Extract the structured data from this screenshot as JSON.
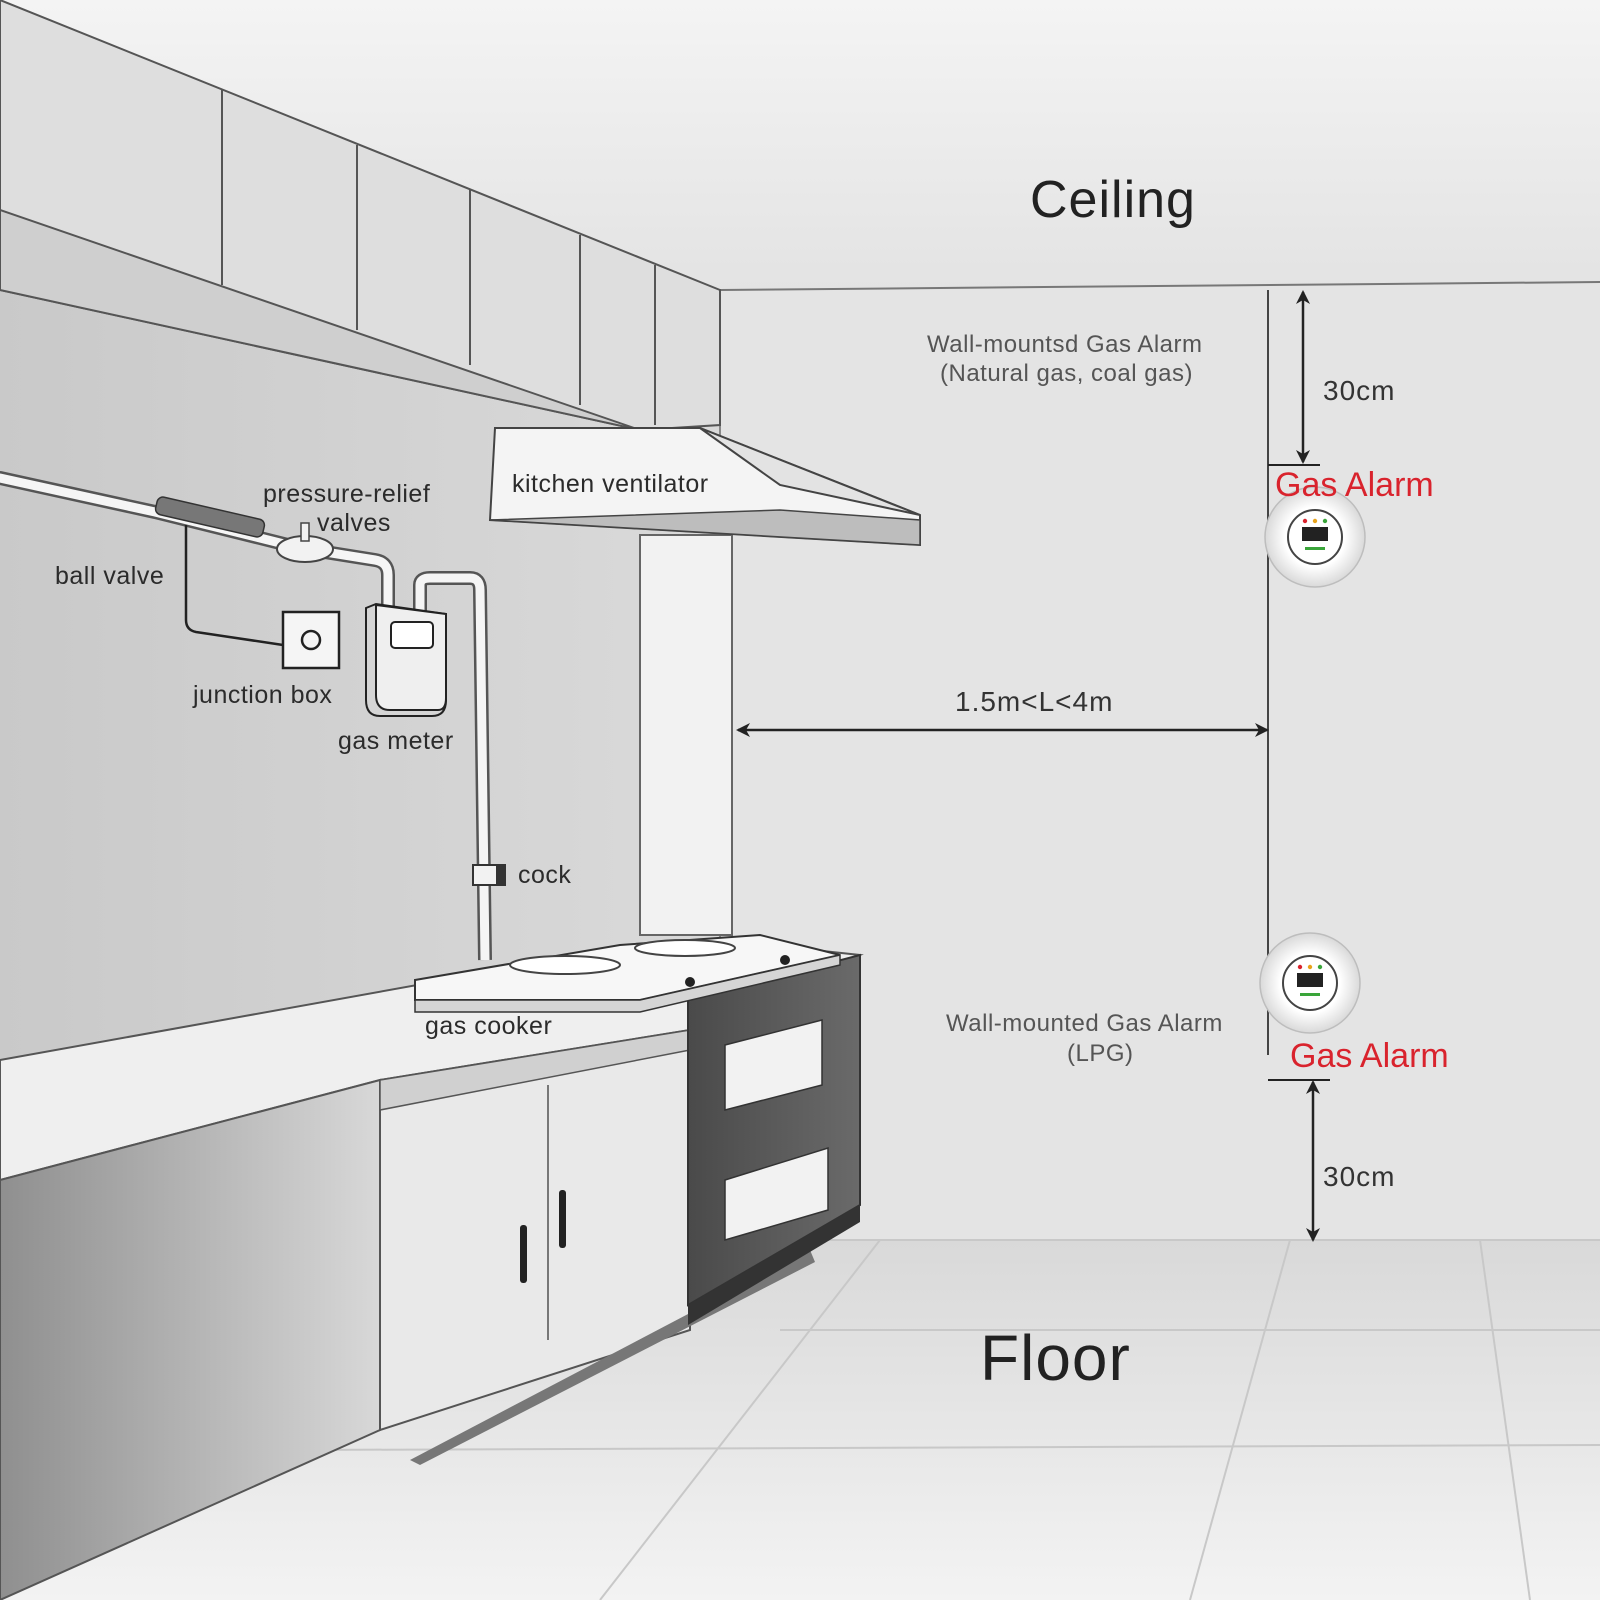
{
  "colors": {
    "alarm_text": "#d9232d",
    "background": "#e6e6e6",
    "line": "#222222"
  },
  "ceiling": {
    "label": "Ceiling"
  },
  "floor": {
    "label": "Floor"
  },
  "components": {
    "ball_valve": "ball valve",
    "pressure_relief_line1": "pressure-relief",
    "pressure_relief_line2": "valves",
    "junction_box": "junction box",
    "gas_meter": "gas meter",
    "cock": "cock",
    "gas_cooker": "gas cooker",
    "kitchen_ventilator": "kitchen ventilator"
  },
  "alarms": {
    "top": {
      "desc_line1": "Wall-mountsd Gas Alarm",
      "desc_line2": "(Natural gas, coal gas)",
      "label": "Gas Alarm",
      "distance": "30cm"
    },
    "bottom": {
      "desc_line1": "Wall-mounted Gas Alarm",
      "desc_line2": "(LPG)",
      "label": "Gas Alarm",
      "distance": "30cm"
    }
  },
  "horizontal_distance": "1.5m<L<4m",
  "icons": {
    "alarm_device": "smoke-detector-style round gas alarm",
    "arrow": "double-headed dimension arrow"
  }
}
